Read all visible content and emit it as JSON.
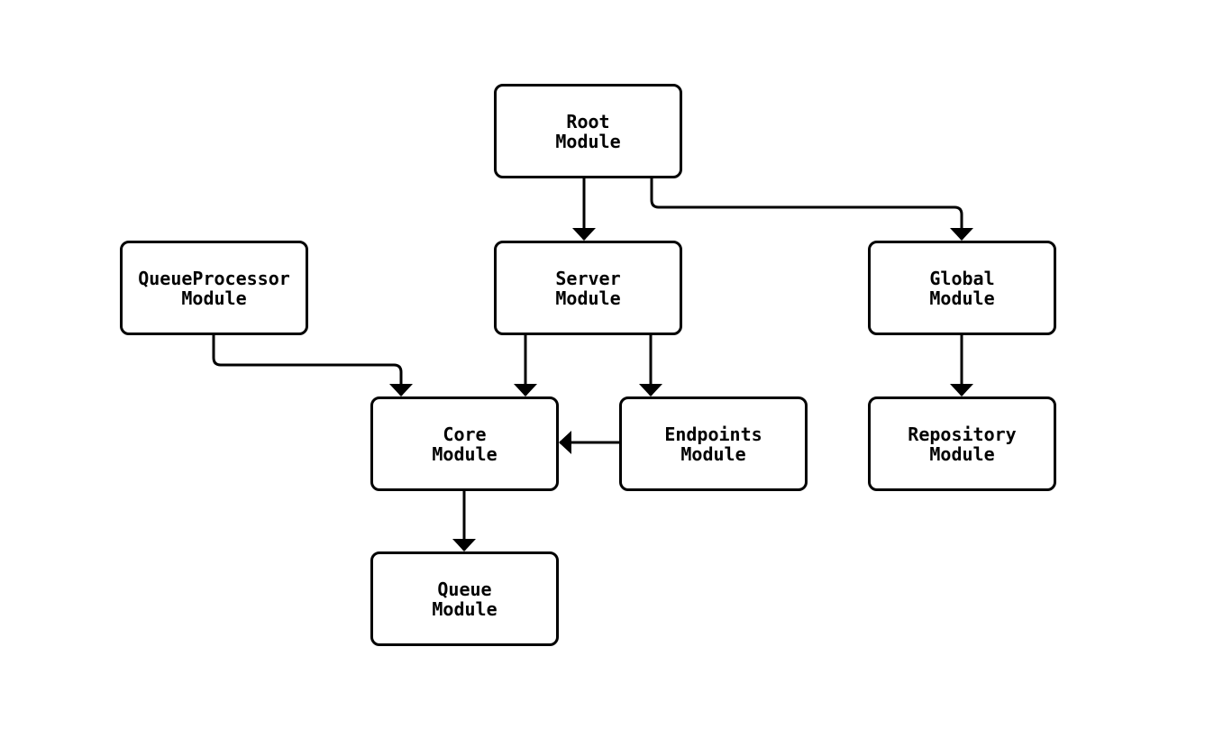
{
  "diagram": {
    "type": "flowchart-module-dependencies",
    "background_color": "#ffffff",
    "stroke_color": "#000000",
    "node_fill_color": "#ffffff",
    "nodes": {
      "root": {
        "label": "Root\nModule"
      },
      "queueprocessor": {
        "label": "QueueProcessor\nModule"
      },
      "server": {
        "label": "Server\nModule"
      },
      "global": {
        "label": "Global\nModule"
      },
      "core": {
        "label": "Core\nModule"
      },
      "endpoints": {
        "label": "Endpoints\nModule"
      },
      "repository": {
        "label": "Repository\nModule"
      },
      "queue": {
        "label": "Queue\nModule"
      }
    },
    "edges": [
      {
        "from": "Root Module",
        "to": "Server Module"
      },
      {
        "from": "Root Module",
        "to": "Global Module"
      },
      {
        "from": "QueueProcessor Module",
        "to": "Core Module"
      },
      {
        "from": "Server Module",
        "to": "Core Module"
      },
      {
        "from": "Server Module",
        "to": "Endpoints Module"
      },
      {
        "from": "Endpoints Module",
        "to": "Core Module"
      },
      {
        "from": "Global Module",
        "to": "Repository Module"
      },
      {
        "from": "Core Module",
        "to": "Queue Module"
      }
    ]
  }
}
